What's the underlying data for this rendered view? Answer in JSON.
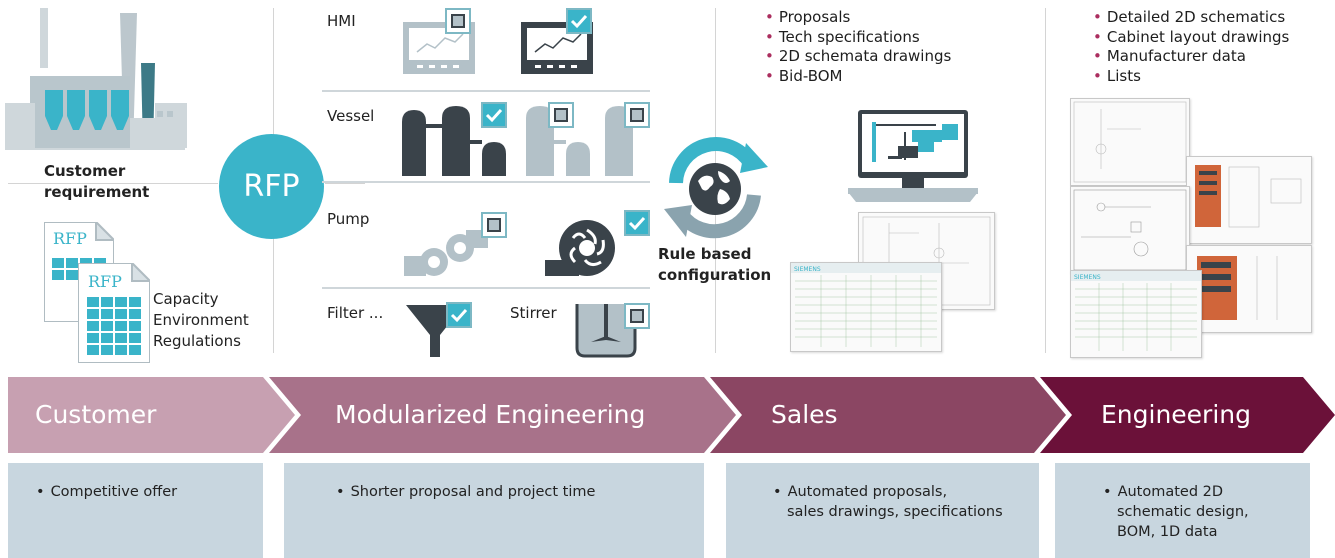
{
  "customer": {
    "requirement_line1": "Customer",
    "requirement_line2": "requirement",
    "rfp_doc_label": "RFP",
    "notes": [
      "Capacity",
      "Environment",
      "Regulations"
    ]
  },
  "rfp_circle": "RFP",
  "modules": {
    "hmi": "HMI",
    "vessel": "Vessel",
    "pump": "Pump",
    "filter": "Filter ...",
    "stirrer": "Stirrer"
  },
  "rule_config": {
    "line1": "Rule based",
    "line2": "configuration"
  },
  "sales_outputs": [
    "Proposals",
    "Tech specifications",
    "2D schemata drawings",
    "Bid-BOM"
  ],
  "engineering_outputs": [
    "Detailed 2D schematics",
    "Cabinet layout drawings",
    "Manufacturer data",
    "Lists"
  ],
  "doc_brand": "SIEMENS",
  "stages": [
    {
      "title": "Customer",
      "color": "#c7a0b1"
    },
    {
      "title": "Modularized Engineering",
      "color": "#a8728a"
    },
    {
      "title": "Sales",
      "color": "#8b4663"
    },
    {
      "title": "Engineering",
      "color": "#6b1139"
    }
  ],
  "benefits": [
    {
      "lines": [
        "Competitive offer"
      ]
    },
    {
      "lines": [
        "Shorter proposal and project time"
      ]
    },
    {
      "lines": [
        "Automated proposals,",
        "sales drawings, specifications"
      ]
    },
    {
      "lines": [
        "Automated 2D",
        "schematic design,",
        "BOM, 1D data"
      ]
    }
  ],
  "colors": {
    "teal": "#3ab4c9",
    "icon_dark": "#3a434a",
    "icon_light": "#b3c1c8",
    "check_border": "#7db8c4",
    "bullet": "#ab2e5f",
    "benefit_bg": "#c8d6df"
  }
}
